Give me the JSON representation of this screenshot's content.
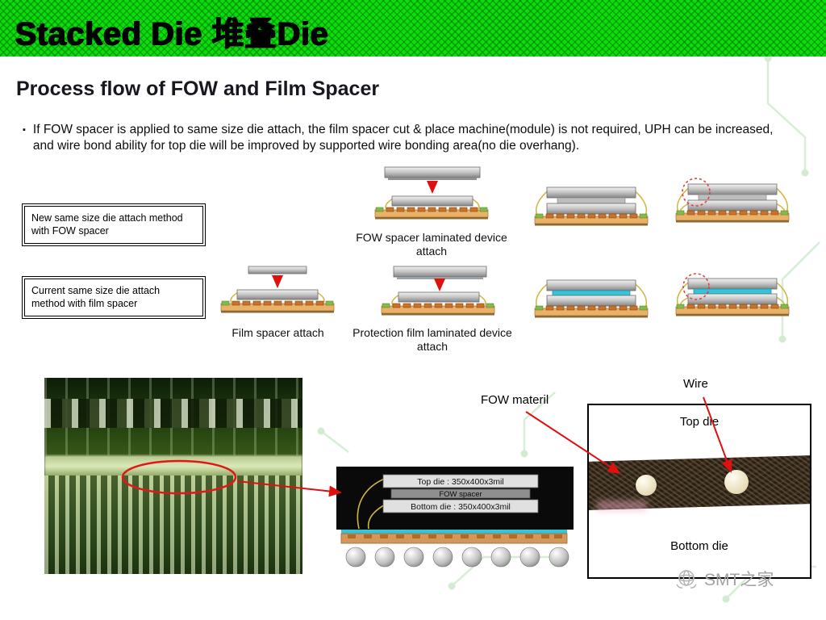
{
  "banner": {
    "title": "Stacked Die 堆叠Die"
  },
  "content": {
    "heading": "Process flow of FOW and Film Spacer",
    "bullet_marker": "▪",
    "bullet": "If FOW spacer is applied to same size die attach, the film spacer cut & place machine(module) is not required, UPH can be increased, and wire bond ability for top die will be improved by supported wire bonding area(no die overhang)."
  },
  "method_boxes": {
    "new": "New same size die attach method with FOW spacer",
    "current": "Current same size die attach method with film spacer"
  },
  "captions": {
    "fow_laminated": "FOW spacer laminated device attach",
    "film_spacer": "Film spacer attach",
    "protection_film": "Protection film laminated device attach"
  },
  "cross_section": {
    "top_die": "Top die : 350x400x3mil",
    "fow_spacer": "FOW spacer",
    "bottom_die": "Bottom die : 350x400x3mil"
  },
  "photo": {
    "fow_material_label": "FOW materil",
    "wire_label": "Wire",
    "top_die_label": "Top die",
    "bottom_die_label": "Bottom die"
  },
  "watermark": {
    "text": "SMT之家"
  },
  "colors": {
    "banner_green": "#0ddc0d",
    "arrow_red": "#e01010",
    "substrate_orange": "#eab268",
    "pad_orange": "#c9732a",
    "film_cyan": "#35c4d8",
    "wire_yellow": "#cfb63d",
    "die_gray": "#c4c4c4"
  }
}
